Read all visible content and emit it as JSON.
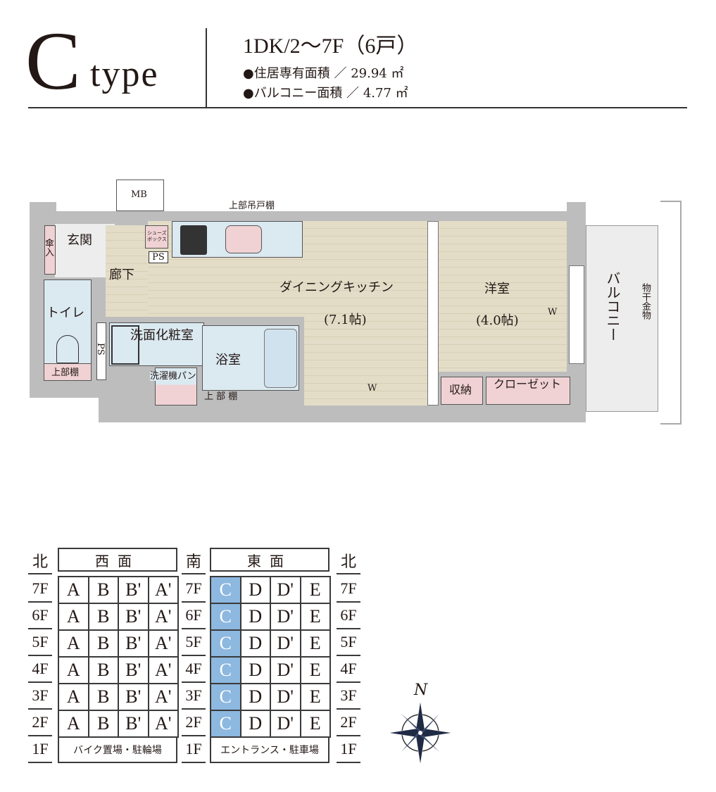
{
  "header": {
    "type_letter": "C",
    "type_word": "type",
    "layout": "1DK/2～7F（6戸）",
    "specs": [
      {
        "label": "●住居専有面積",
        "sep": "／",
        "value": "29.94 ㎡"
      },
      {
        "label": "●バルコニー面積",
        "sep": "／",
        "value": "4.77 ㎡"
      }
    ]
  },
  "plan": {
    "mb": "MB",
    "upper_hanging": "上部吊戸棚",
    "umbrella": "傘入",
    "entrance": "玄関",
    "shoe_box": "シューズボックス",
    "ps": "PS",
    "hallway": "廊下",
    "toilet": "トイレ",
    "toilet_shelf": "上部棚",
    "ps2": "PS",
    "washroom": "洗面化粧室",
    "washer_pan": "洗濯機パン",
    "upper_shelf": "上 部 棚",
    "bath": "浴室",
    "dk": "ダイニングキッチン",
    "dk_size": "(7.1帖)",
    "w1": "W",
    "western": "洋室",
    "western_size": "(4.0帖)",
    "w2": "W",
    "storage": "収納",
    "closet": "クローゼット",
    "balcony": "バルコニー",
    "drying": "物干金物"
  },
  "colors": {
    "highlight": "#8db8df",
    "wall": "#bdbdbd",
    "wet": "#dbe9f1",
    "storage": "#f0d2d4",
    "floor": "#e3dcc7"
  },
  "table": {
    "north": "北",
    "south": "南",
    "west": "西面",
    "east": "東面",
    "floors": [
      "7F",
      "6F",
      "5F",
      "4F",
      "3F",
      "2F"
    ],
    "west_units": [
      "A",
      "B",
      "B'",
      "A'"
    ],
    "east_units": [
      "C",
      "D",
      "D'",
      "E"
    ],
    "highlight": "C",
    "ground": {
      "floor": "1F",
      "west": "バイク置場・駐輪場",
      "east": "エントランス・駐車場"
    }
  },
  "compass": {
    "label": "N"
  }
}
